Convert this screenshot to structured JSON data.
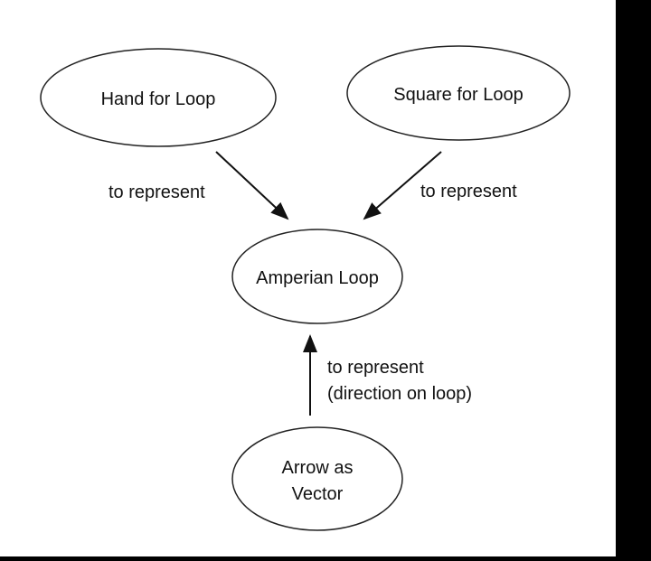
{
  "nodes": {
    "hand": "Hand for Loop",
    "square": "Square for Loop",
    "amperian": "Amperian Loop",
    "arrow_line1": "Arrow as",
    "arrow_line2": "Vector"
  },
  "edges": {
    "hand_to_amperian": "to represent",
    "square_to_amperian": "to represent",
    "arrow_to_amperian_line1": "to represent",
    "arrow_to_amperian_line2": "(direction on loop)"
  }
}
